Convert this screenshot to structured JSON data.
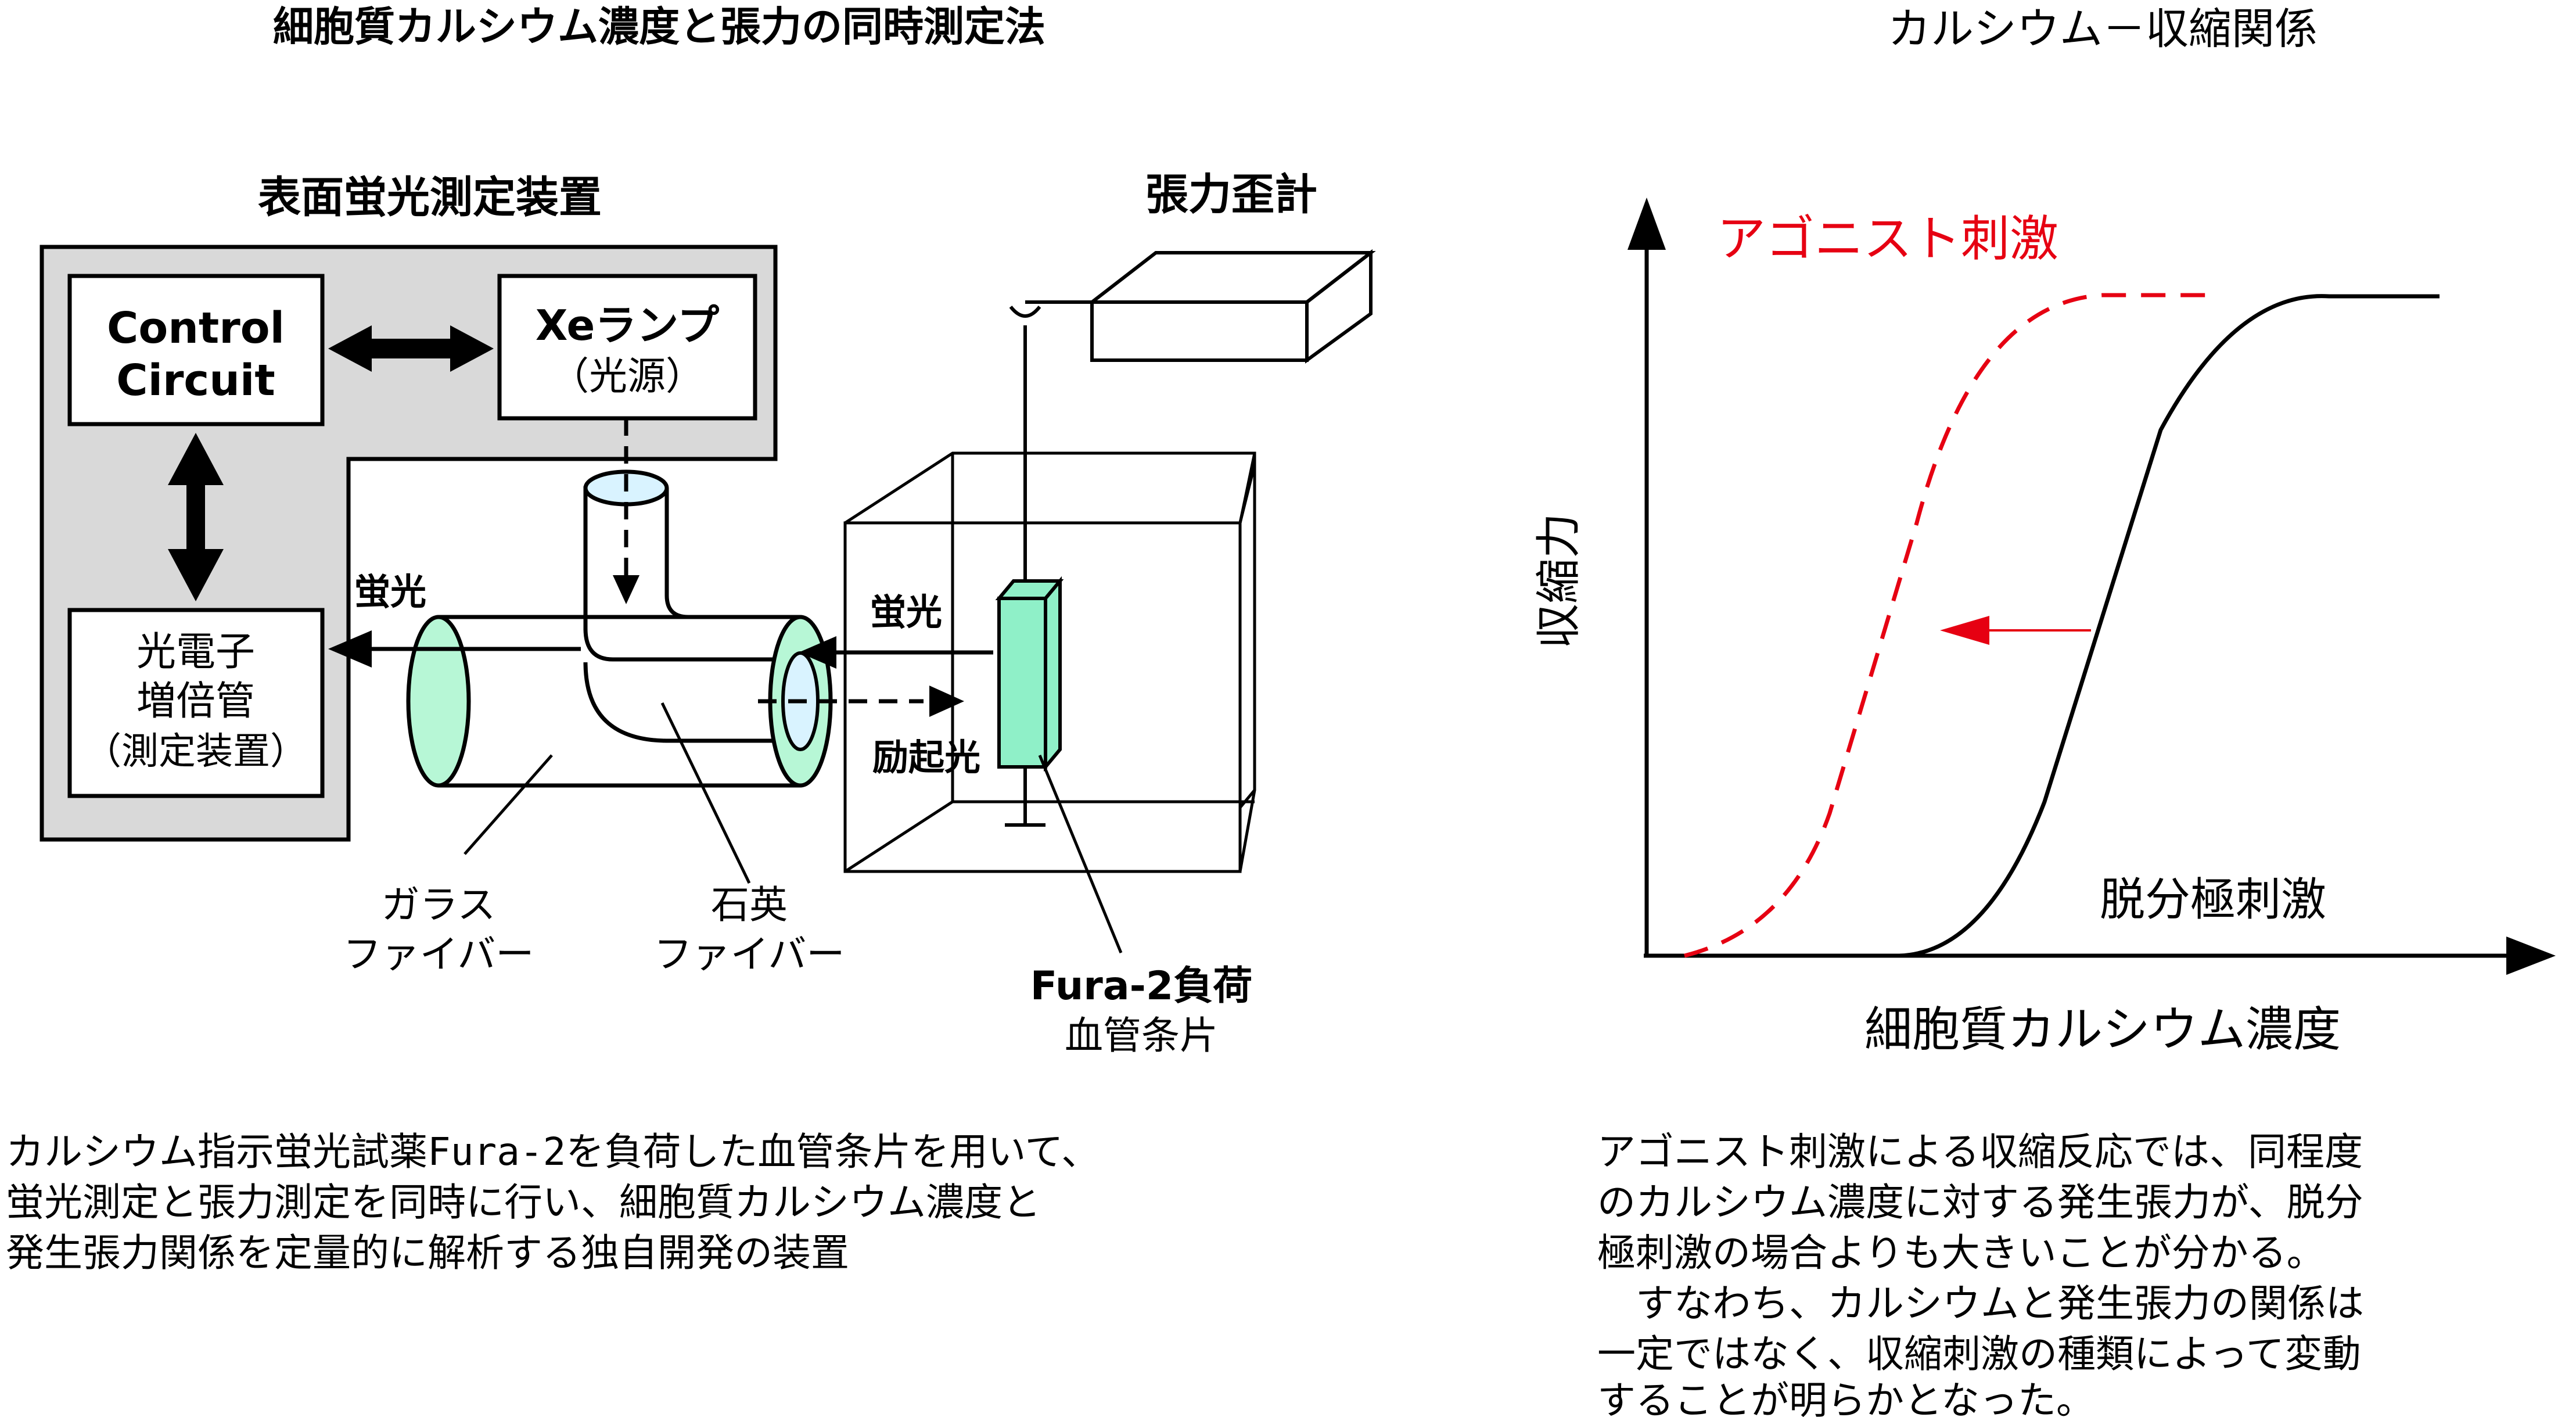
{
  "left_panel": {
    "title": "細胞質カルシウム濃度と張力の同時測定法",
    "apparatus_title": "表面蛍光測定装置",
    "control_circuit_line1": "Control",
    "control_circuit_line2": "Circuit",
    "xe_lamp_line1": "Xeランプ",
    "xe_lamp_line2": "（光源）",
    "pmt_line1": "光電子",
    "pmt_line2": "増倍管",
    "pmt_line3": "（測定装置）",
    "tension_gauge": "張力歪計",
    "fluorescence_out": "蛍光",
    "fluorescence_in": "蛍光",
    "excitation": "励起光",
    "glass_fiber_line1": "ガラス",
    "glass_fiber_line2": "ファイバー",
    "quartz_fiber_line1": "石英",
    "quartz_fiber_line2": "ファイバー",
    "sample_line1": "Fura-2負荷",
    "sample_line2": "血管条片",
    "caption": [
      "カルシウム指示蛍光試薬Fura-2を負荷した血管条片を用いて、",
      "蛍光測定と張力測定を同時に行い、細胞質カルシウム濃度と",
      "発生張力関係を定量的に解析する独自開発の装置"
    ],
    "colors": {
      "panel_gray": "#d9d9d9",
      "fiber_green": "#b7f7d6",
      "strip_green": "#8ff0c8",
      "lens_blue": "#d9f3ff"
    }
  },
  "right_panel": {
    "title": "カルシウム－収縮関係",
    "agonist_label": "アゴニスト刺激",
    "depolarization_label": "脱分極刺激",
    "ylabel": "収縮力",
    "xlabel": "細胞質カルシウム濃度",
    "caption": [
      "アゴニスト刺激による収縮反応では、同程度",
      "のカルシウム濃度に対する発生張力が、脱分",
      "極刺激の場合よりも大きいことが分かる。",
      "　すなわち、カルシウムと発生張力の関係は",
      "一定ではなく、収縮刺激の種類によって変動",
      "することが明らかとなった。"
    ],
    "colors": {
      "agonist": "#e60012",
      "depolarization": "#000000"
    }
  }
}
